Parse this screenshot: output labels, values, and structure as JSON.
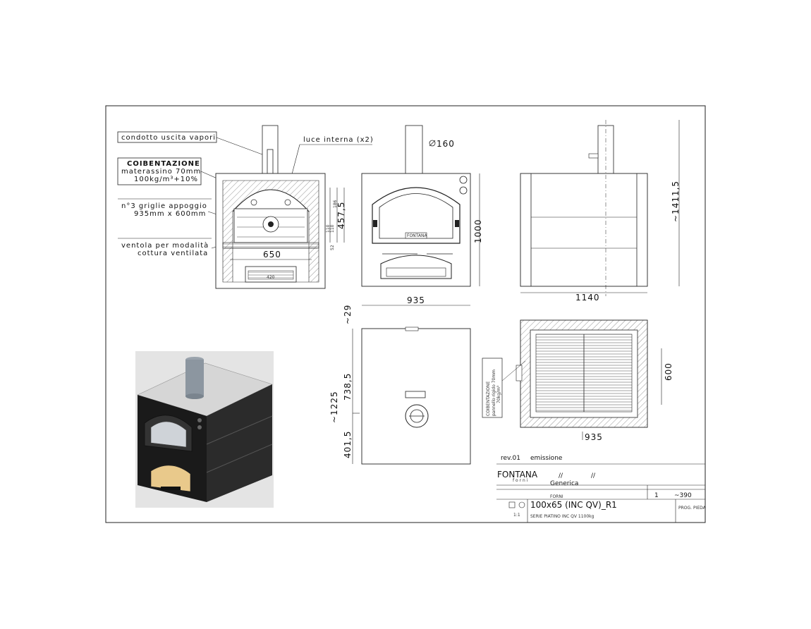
{
  "labels": {
    "condotto": "condotto uscita vapori",
    "luce": "luce interna (x2)",
    "coib_title": "COIBENTAZIONE",
    "coib_line1": "materassino 70mm",
    "coib_line2": "100kg/m³+10%",
    "griglie1": "n°3 griglie appoggio",
    "griglie2": "935mm x 600mm",
    "ventola1": "ventola per modalità",
    "ventola2": "cottura ventilata",
    "side_coib1": "COIBENTAZIONE",
    "side_coib2": "pannello rigido 70mm",
    "side_coib3": "70kg/m³"
  },
  "dims": {
    "d650": "650",
    "d420": "420",
    "d110": "110",
    "d110b": "110",
    "d186": "186",
    "d457": "457,5",
    "d52": "52",
    "d160": "160",
    "d1000": "1000",
    "d935": "935",
    "d1140": "1140",
    "d1411": "~1411,5",
    "dm29": "~29",
    "d1225": "~1225",
    "d738": "738,5",
    "d401": "401,5",
    "d600": "600",
    "d935b": "935"
  },
  "door_badge": "FONTANA",
  "title_block": {
    "rev": "rev.01",
    "rev_desc": "emissione",
    "brand": "FONTANA",
    "brand_sub": "f o r n i",
    "generica": "Generica",
    "slash": "//",
    "categoria": "FORNI",
    "scala": "1:1",
    "fogli": "1",
    "peso": "~390",
    "codice": "100x65 (INC QV)_R1",
    "descrizione": "SERIE PIATINO INC QV 1100kg",
    "prog_pieda": "PROG. PIEDA"
  },
  "icons": {
    "diameter": "diameter-icon",
    "projection": "projection-symbol-icon"
  }
}
